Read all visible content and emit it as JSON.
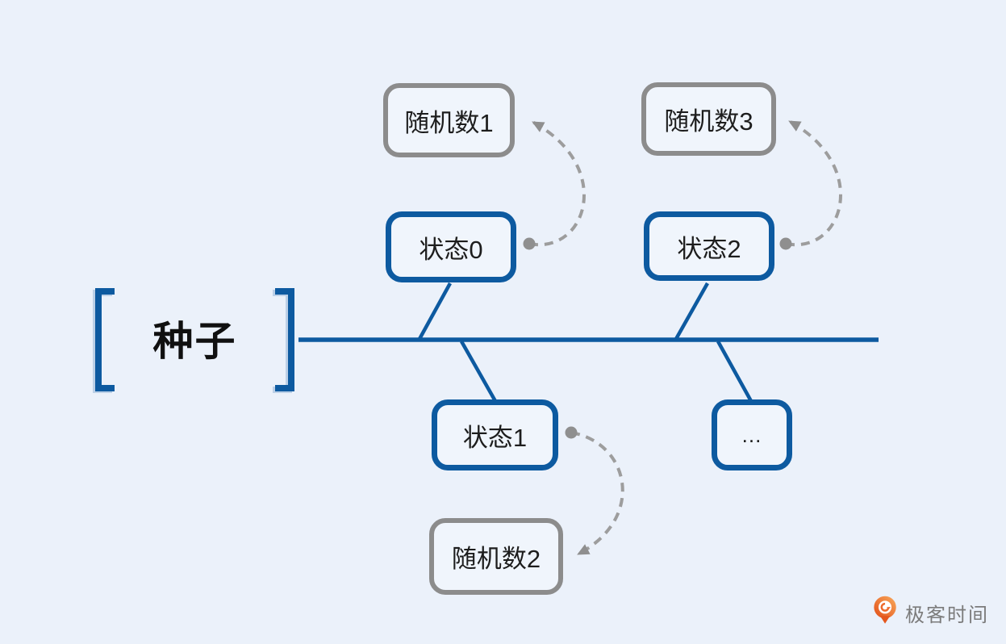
{
  "seed": {
    "label": "种子"
  },
  "nodes": {
    "random1": {
      "label": "随机数1",
      "border": "gray"
    },
    "random2": {
      "label": "随机数2",
      "border": "gray"
    },
    "random3": {
      "label": "随机数3",
      "border": "gray"
    },
    "state0": {
      "label": "状态0",
      "border": "blue"
    },
    "state1": {
      "label": "状态1",
      "border": "blue"
    },
    "state2": {
      "label": "状态2",
      "border": "blue"
    },
    "more": {
      "label": "...",
      "border": "blue"
    }
  },
  "edges": [
    {
      "from": "种子",
      "to": "状态0",
      "style": "solid-branch"
    },
    {
      "from": "种子",
      "to": "状态1",
      "style": "solid-branch"
    },
    {
      "from": "种子",
      "to": "状态2",
      "style": "solid-branch"
    },
    {
      "from": "种子",
      "to": "...",
      "style": "solid-branch"
    },
    {
      "from": "状态0",
      "to": "随机数1",
      "style": "dashed-curved-arrow"
    },
    {
      "from": "状态1",
      "to": "随机数2",
      "style": "dashed-curved-arrow"
    },
    {
      "from": "状态2",
      "to": "随机数3",
      "style": "dashed-curved-arrow"
    }
  ],
  "colors": {
    "background": "#ebf1fa",
    "blue": "#0d5aa0",
    "gray_border": "#8c8c8c",
    "arrow_gray": "#9d9d9d",
    "text": "#1d1d1d",
    "logo_orange": "#ee7135",
    "logo_text": "#7b7b7b"
  },
  "watermark": {
    "label": "极客时间",
    "icon": "geektime-q-pin-icon"
  }
}
